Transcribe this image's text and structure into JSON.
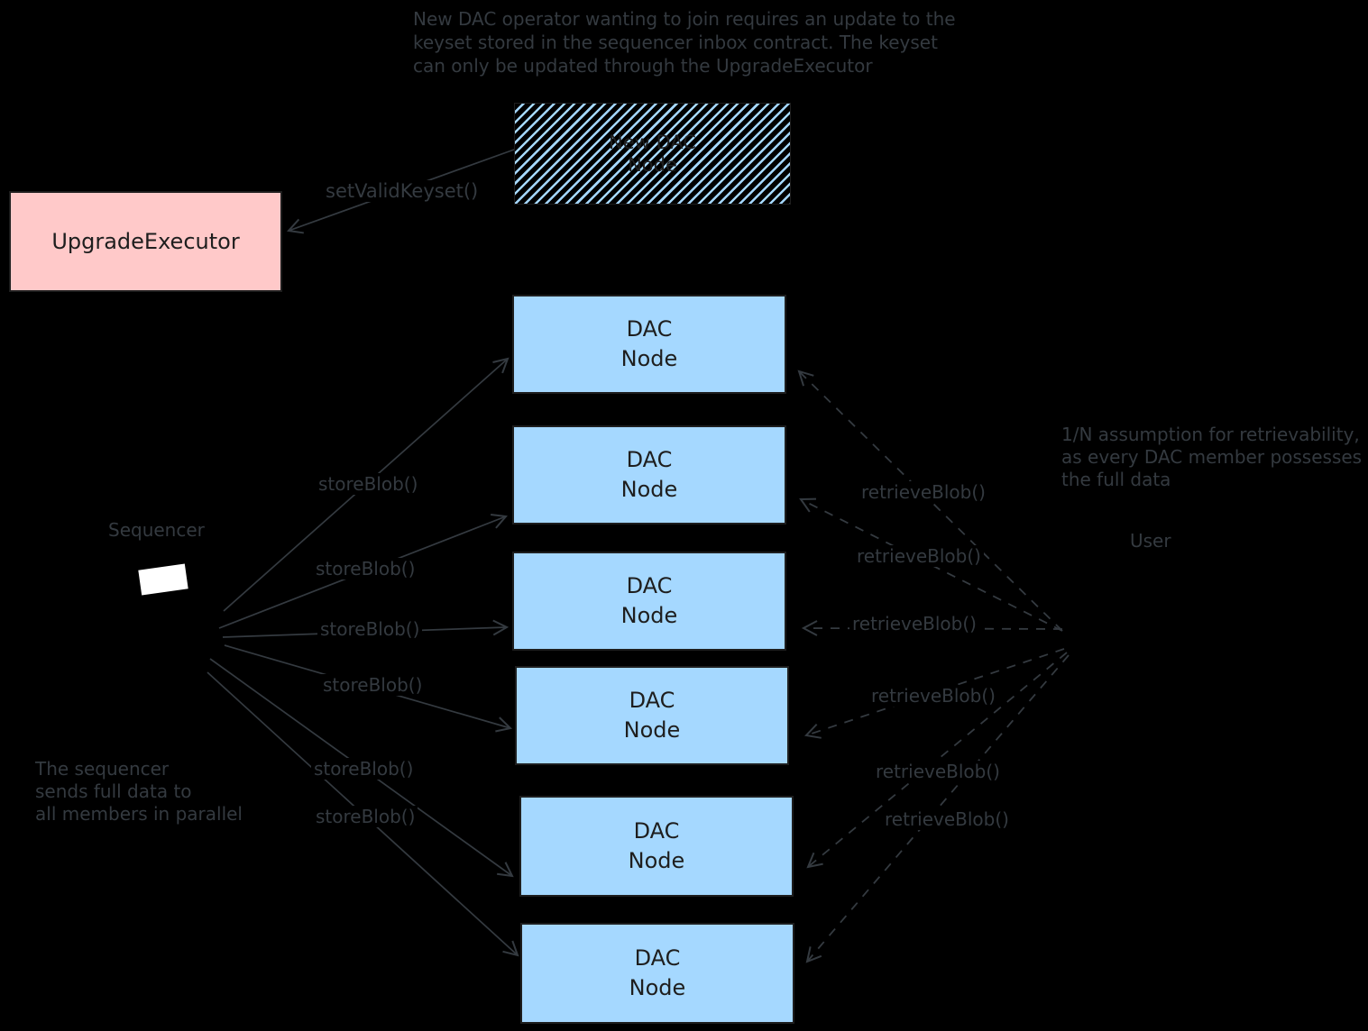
{
  "top_note": {
    "line1": "New DAC operator wanting to join requires an update to the",
    "line2": "keyset stored in the sequencer inbox contract. The keyset",
    "line3": "can only be updated through the UpgradeExecutor"
  },
  "new_dac_node_box": {
    "line1": "New DAC",
    "line2": "Node"
  },
  "upgrade_executor_box": {
    "label": "UpgradeExecutor"
  },
  "sequencer": {
    "label": "Sequencer"
  },
  "user": {
    "label": "User"
  },
  "arrow_labels": {
    "set_valid_keyset": "setValidKeyset()",
    "store_blob": [
      "storeBlob()",
      "storeBlob()",
      "storeBlob()",
      "storeBlob()",
      "storeBlob()",
      "storeBlob()"
    ],
    "retrieve_blob": [
      "retrieveBlob()",
      "retrieveBlob()",
      "retrieveBlob()",
      "retrieveBlob()",
      "retrieveBlob()",
      "retrieveBlob()"
    ]
  },
  "dac_nodes": [
    {
      "line1": "DAC",
      "line2": "Node"
    },
    {
      "line1": "DAC",
      "line2": "Node"
    },
    {
      "line1": "DAC",
      "line2": "Node"
    },
    {
      "line1": "DAC",
      "line2": "Node"
    },
    {
      "line1": "DAC",
      "line2": "Node"
    },
    {
      "line1": "DAC",
      "line2": "Node"
    }
  ],
  "retrievability_note": {
    "line1": "1/N assumption for retrievability,",
    "line2": "as every DAC member possesses",
    "line3": "the full data"
  },
  "sequencer_note": {
    "line1": "The sequencer",
    "line2": "sends full data to",
    "line3": "all members in parallel"
  },
  "colors": {
    "background": "#000000",
    "dac_node_fill": "#a5d8ff",
    "upgrade_executor_fill": "#ffc9c9",
    "box_stroke": "#1e1e1e",
    "box_text": "#1e1e1e",
    "annotation_text": "#343a40",
    "sequencer_screen": "#ffffff"
  }
}
